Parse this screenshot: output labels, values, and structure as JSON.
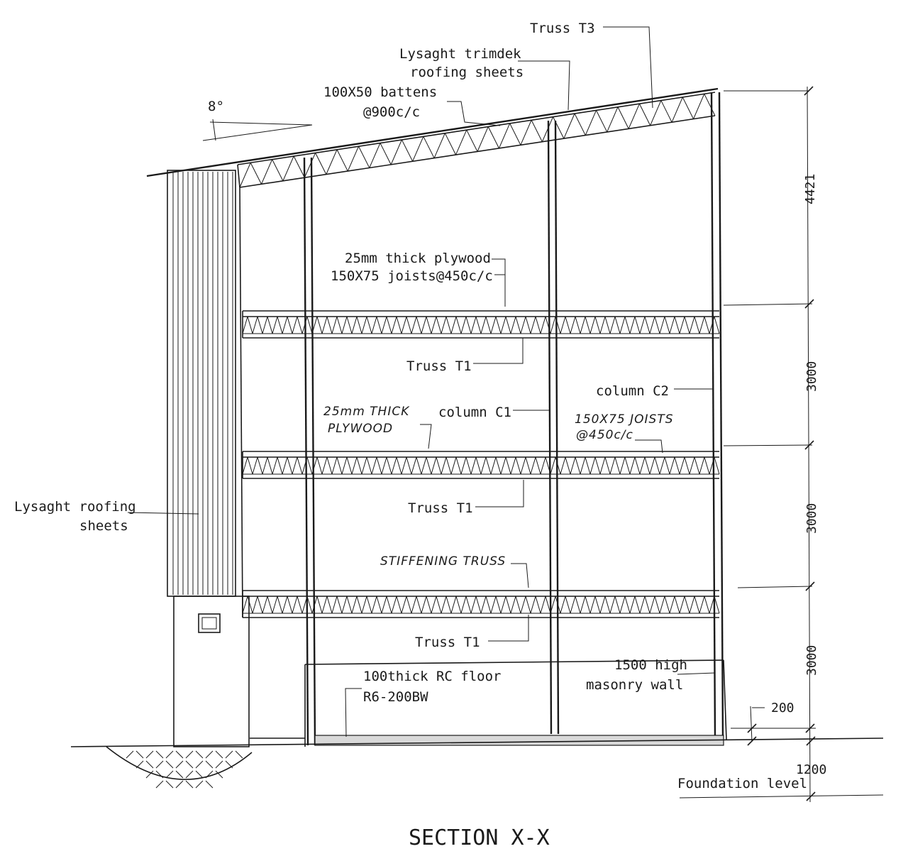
{
  "labels": {
    "truss_t3": "Truss T3",
    "roof_sheets_1": "Lysaght trimdek",
    "roof_sheets_2": "roofing sheets",
    "battens_1": "100X50 battens",
    "battens_2": "@900c/c",
    "roof_angle": "8°",
    "plywood_top_1": "25mm thick plywood",
    "plywood_top_2": "150X75 joists@450c/c",
    "truss_t1_upper": "Truss T1",
    "column_c2": "column C2",
    "column_c1": "column C1",
    "plywood_mid_1": "25mm THICK",
    "plywood_mid_2": "PLYWOOD",
    "joists_mid_1": "150X75 JOISTS",
    "joists_mid_2": "@450c/c",
    "wall_sheets_1": "Lysaght roofing",
    "wall_sheets_2": "sheets",
    "truss_t1_middle": "Truss T1",
    "stiffening_truss": "STIFFENING TRUSS",
    "truss_t1_lower": "Truss T1",
    "rc_floor_1": "100thick RC floor",
    "rc_floor_2": "R6-200BW",
    "masonry_1": "1500 high",
    "masonry_2": "masonry wall",
    "foundation": "Foundation level",
    "section_title": "SECTION X-X"
  },
  "dimensions": {
    "roof_height": "4421",
    "storey_upper": "3000",
    "storey_middle": "3000",
    "storey_lower": "3000",
    "plinth": "200",
    "foundation_depth": "1200"
  }
}
